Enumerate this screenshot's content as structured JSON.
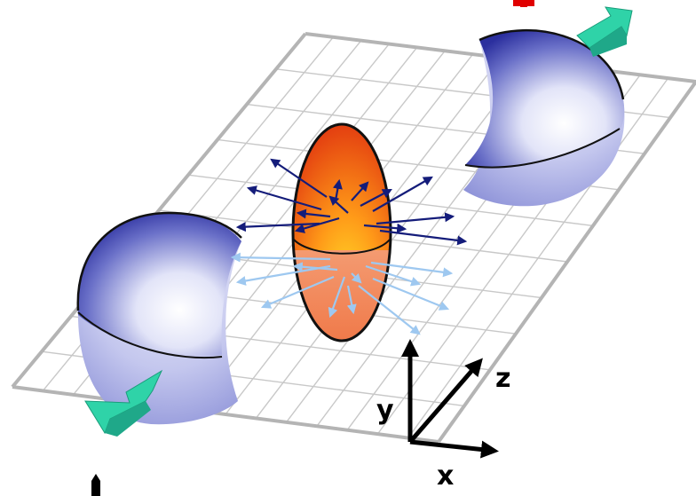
{
  "diagram": {
    "axes": {
      "x_label": "x",
      "y_label": "y",
      "z_label": "z"
    },
    "colors": {
      "grid_line": "#c8c8c8",
      "grid_border": "#b4b4b4",
      "nucleus_blue_dark": "#2b2f9e",
      "nucleus_blue_light": "#ffffff",
      "fireball_red": "#e83a10",
      "fireball_yellow": "#ffd21a",
      "fireball_lower": "#f6a27a",
      "arrow_dark": "#141c7a",
      "arrow_light": "#9ec8f0",
      "motion_arrow": "#2fd3a8",
      "axis": "#000000",
      "title_fragment": "#e00000"
    },
    "icons": [
      "nucleus-sphere",
      "fireball-ellipsoid",
      "motion-arrow",
      "flow-arrow",
      "axis-triad"
    ]
  }
}
